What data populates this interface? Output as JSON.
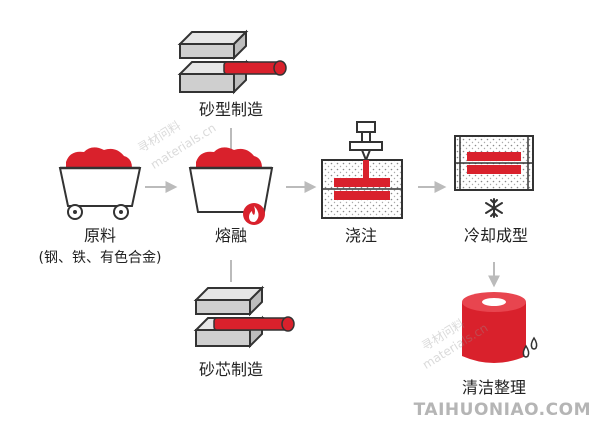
{
  "colors": {
    "red": "#d9212c",
    "outline": "#333333",
    "gray": "#cfcfcf",
    "arrow": "#bbbbbb"
  },
  "nodes": {
    "raw_material": {
      "title": "原料",
      "subtitle": "(钢、铁、有色合金)"
    },
    "melting": {
      "title": "熔融"
    },
    "pouring": {
      "title": "浇注"
    },
    "cooling": {
      "title": "冷却成型"
    },
    "cleaning": {
      "title": "清洁整理"
    },
    "sand_mold": {
      "title": "砂型制造"
    },
    "sand_core": {
      "title": "砂芯制造"
    }
  },
  "icons": {
    "raw_material": "mine-cart-icon",
    "melting": "furnace-cart-icon",
    "flame": "flame-icon",
    "pouring": "pouring-mold-icon",
    "cooling": "cooling-mold-icon",
    "snowflake": "snowflake-icon",
    "cleaning": "casting-cylinder-icon",
    "sand_mold": "sand-mold-press-icon",
    "sand_core": "sand-core-press-icon"
  },
  "watermarks": {
    "cn": "寻材问料",
    "site": "materials.cn"
  },
  "brand": "TAIHUONIAO.COM"
}
